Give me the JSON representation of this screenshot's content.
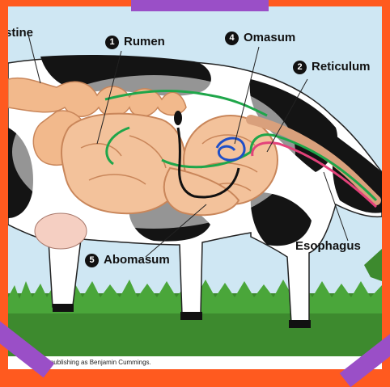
{
  "labels": {
    "intestine": "stine",
    "rumen": "Rumen",
    "rumen_num": "1",
    "omasum": "Omasum",
    "omasum_num": "4",
    "reticulum": "Reticulum",
    "reticulum_num": "2",
    "abomasum": "Abomasum",
    "abomasum_num": "5",
    "esophagus": "Esophagus"
  },
  "credit": "ation, publishing as Benjamin Cummings.",
  "colors": {
    "frame": "#ff5a1f",
    "sky": "#cfe7f3",
    "intestine": "#f2b98c",
    "path_green": "#1fa64a",
    "path_blue": "#1f4fc7",
    "path_pink": "#e3427a",
    "path_black": "#111111",
    "accent": "#9a4fc7"
  }
}
